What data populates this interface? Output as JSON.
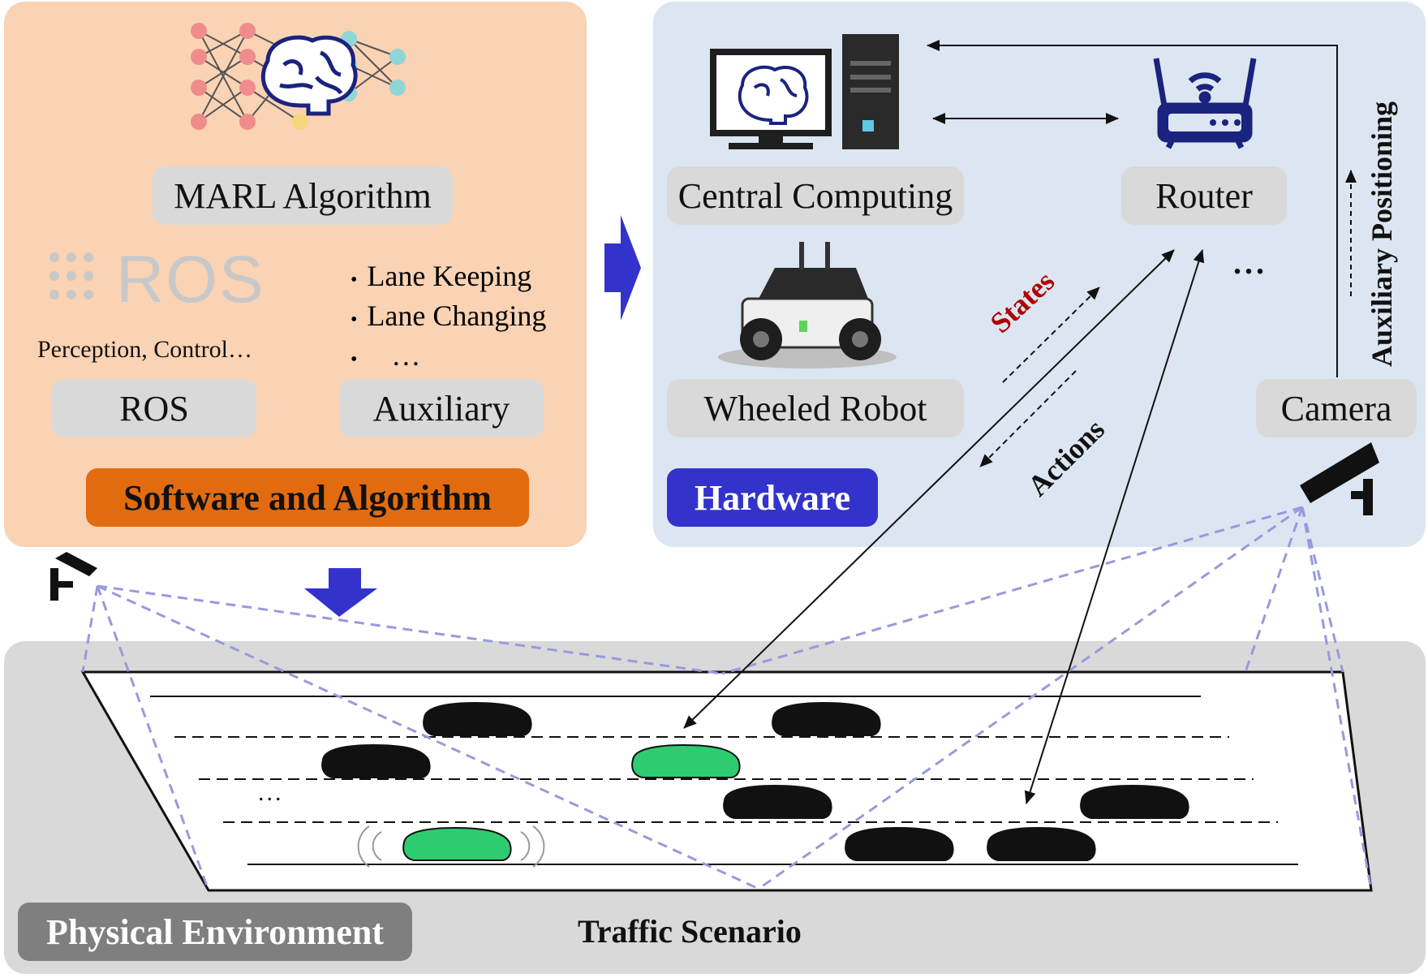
{
  "software_panel": {
    "algorithm_label": "MARL Algorithm",
    "ros_logo_text": "ROS",
    "ros_caption": "Perception, Control…",
    "ros_label": "ROS",
    "auxiliary_bullets": [
      "Lane Keeping",
      "Lane Changing",
      "…"
    ],
    "auxiliary_label": "Auxiliary",
    "title": "Software and Algorithm",
    "background_color": "#fad3b4",
    "title_color": "#e26b10"
  },
  "hardware_panel": {
    "central_label": "Central Computing",
    "router_label": "Router",
    "robot_label": "Wheeled Robot",
    "camera_label": "Camera",
    "more_dots": "...",
    "states_label": "States",
    "actions_label": "Actions",
    "aux_positioning_label": "Auxiliary Positioning",
    "title": "Hardware",
    "background_color": "#dce6f2",
    "title_color": "#3333cc",
    "states_color": "#b00000"
  },
  "environment_panel": {
    "title": "Physical Environment",
    "scenario_label": "Traffic Scenario",
    "road_dots": "...",
    "background_color": "#d9d9d9",
    "title_color": "#7f7f7f",
    "agent_car_color": "#2ecc71",
    "other_car_color": "#111111"
  }
}
